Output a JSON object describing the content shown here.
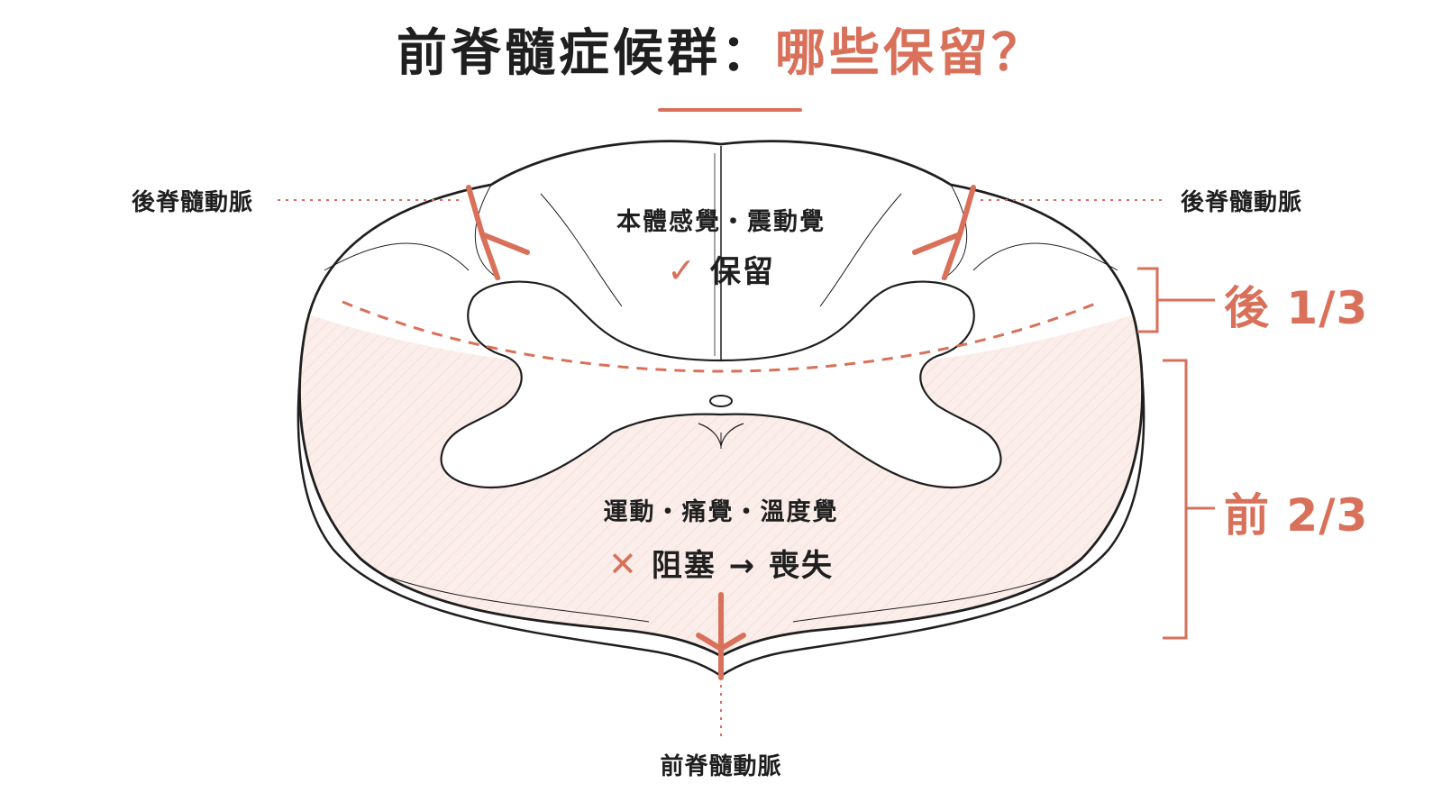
{
  "title": {
    "main": "前脊髓症候群：",
    "accent": "哪些保留？"
  },
  "labels": {
    "posterior_artery_left": "後脊髓動脈",
    "posterior_artery_right": "後脊髓動脈",
    "anterior_artery": "前脊髓動脈"
  },
  "posterior_zone": {
    "functions": "本體感覺・震動覺",
    "mark_icon": "check-icon",
    "mark": "✓",
    "status": "保留"
  },
  "anterior_zone": {
    "functions": "運動・痛覺・溫度覺",
    "mark_icon": "cross-icon",
    "mark": "✕",
    "status": "阻塞 → 喪失"
  },
  "brackets": {
    "posterior": "後 1/3",
    "anterior": "前 2/3"
  },
  "colors": {
    "accent": "#d9705a",
    "outline": "#1f1f1f",
    "shade": "#fbeeea"
  }
}
